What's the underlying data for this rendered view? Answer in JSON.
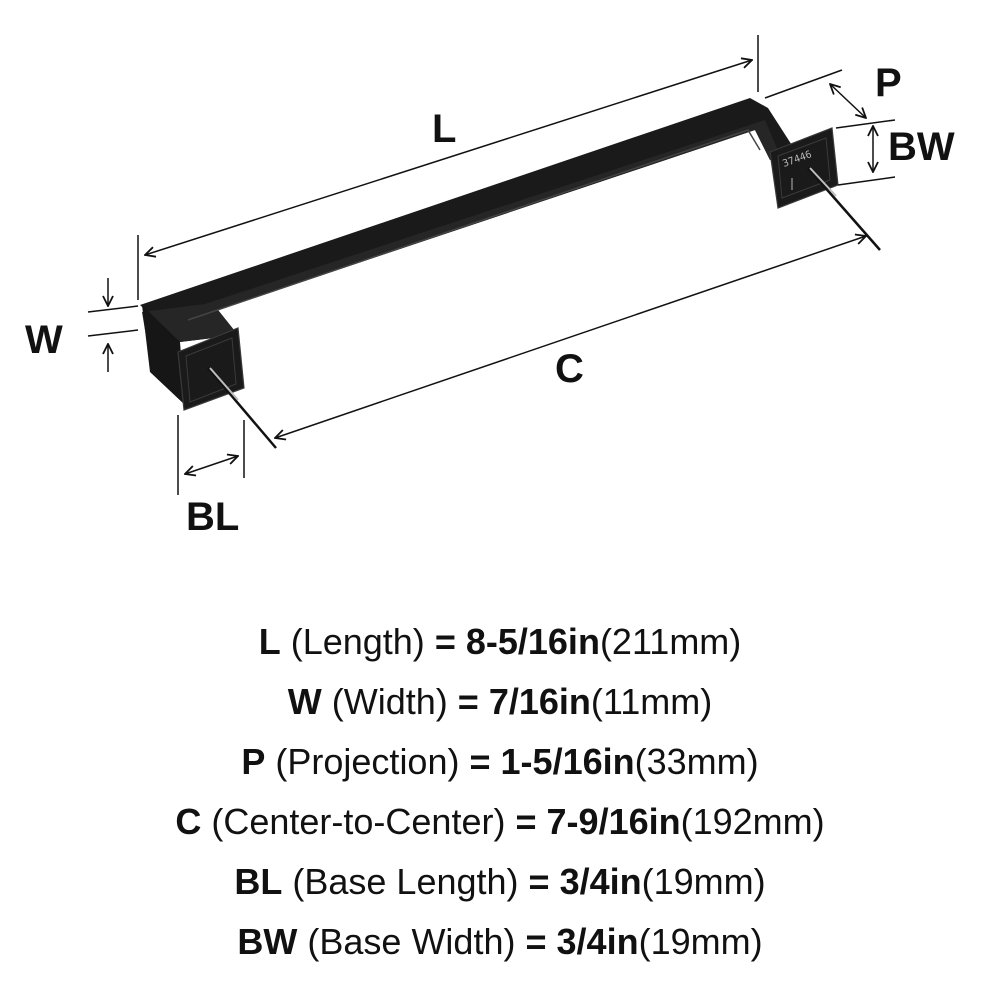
{
  "diagram": {
    "labels": {
      "L": "L",
      "W": "W",
      "P": "P",
      "BW": "BW",
      "C": "C",
      "BL": "BL"
    },
    "part_stamp": "37446"
  },
  "specs": [
    {
      "symbol": "L",
      "name": "(Length)",
      "eq": "=",
      "imperial": "8-5/16in",
      "metric": "(211mm)"
    },
    {
      "symbol": "W",
      "name": "(Width)",
      "eq": "=",
      "imperial": "7/16in",
      "metric": "(11mm)"
    },
    {
      "symbol": "P",
      "name": "(Projection)",
      "eq": "=",
      "imperial": "1-5/16in",
      "metric": "(33mm)"
    },
    {
      "symbol": "C",
      "name": "(Center-to-Center)",
      "eq": "=",
      "imperial": "7-9/16in",
      "metric": "(192mm)"
    },
    {
      "symbol": "BL",
      "name": "(Base Length)",
      "eq": "=",
      "imperial": "3/4in",
      "metric": "(19mm)"
    },
    {
      "symbol": "BW",
      "name": "(Base Width)",
      "eq": "=",
      "imperial": "3/4in",
      "metric": "(19mm)"
    }
  ],
  "colors": {
    "handle": "#1a1a1a",
    "handle_edge": "#3a3a3a",
    "line": "#111111",
    "screw": "#9a9a9a"
  }
}
